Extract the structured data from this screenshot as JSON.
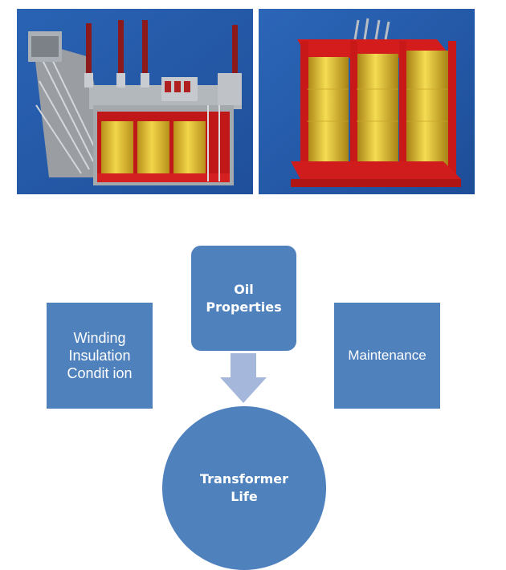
{
  "photos": [
    {
      "subject": "transformer-cutaway-with-tank"
    },
    {
      "subject": "transformer-core-and-windings"
    }
  ],
  "diagram": {
    "top_node": "Oil\nProperties",
    "left_node": "Winding\nInsulation\nCondit ion",
    "right_node": "Maintenance",
    "center_node": "Transformer\nLife"
  },
  "colors": {
    "node_fill": "#4f81bd",
    "arrow_fill": "#a6b7dc",
    "node_text": "#ffffff"
  }
}
